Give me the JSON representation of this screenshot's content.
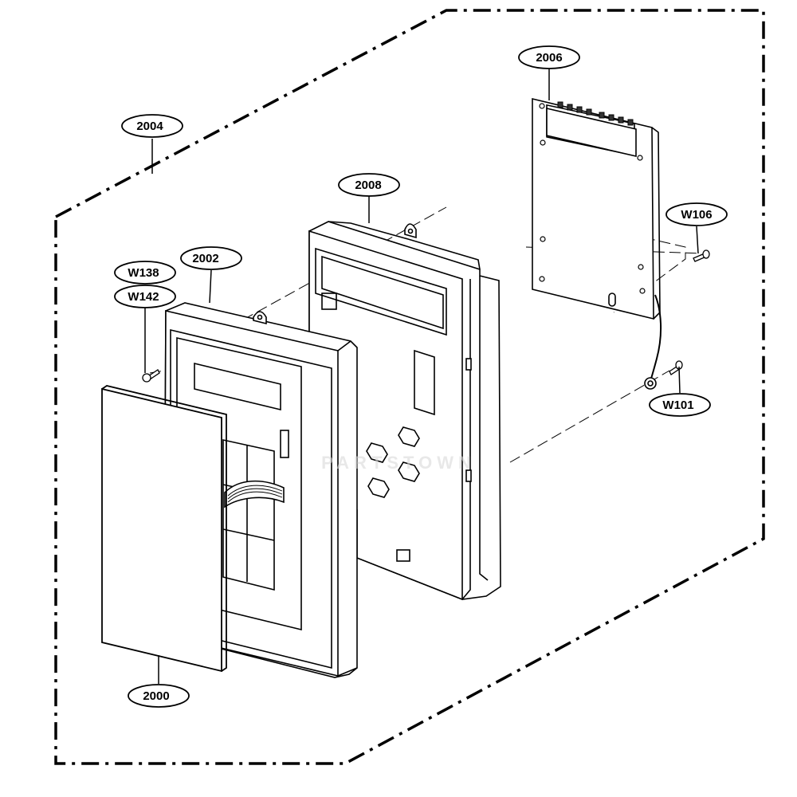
{
  "diagram": {
    "callouts": {
      "c2004": "2004",
      "c2006": "2006",
      "c2008": "2008",
      "c2002": "2002",
      "cW138": "W138",
      "cW142": "W142",
      "cW106": "W106",
      "cW101": "W101",
      "c2000": "2000"
    },
    "watermark": "PARTSTOWN"
  }
}
